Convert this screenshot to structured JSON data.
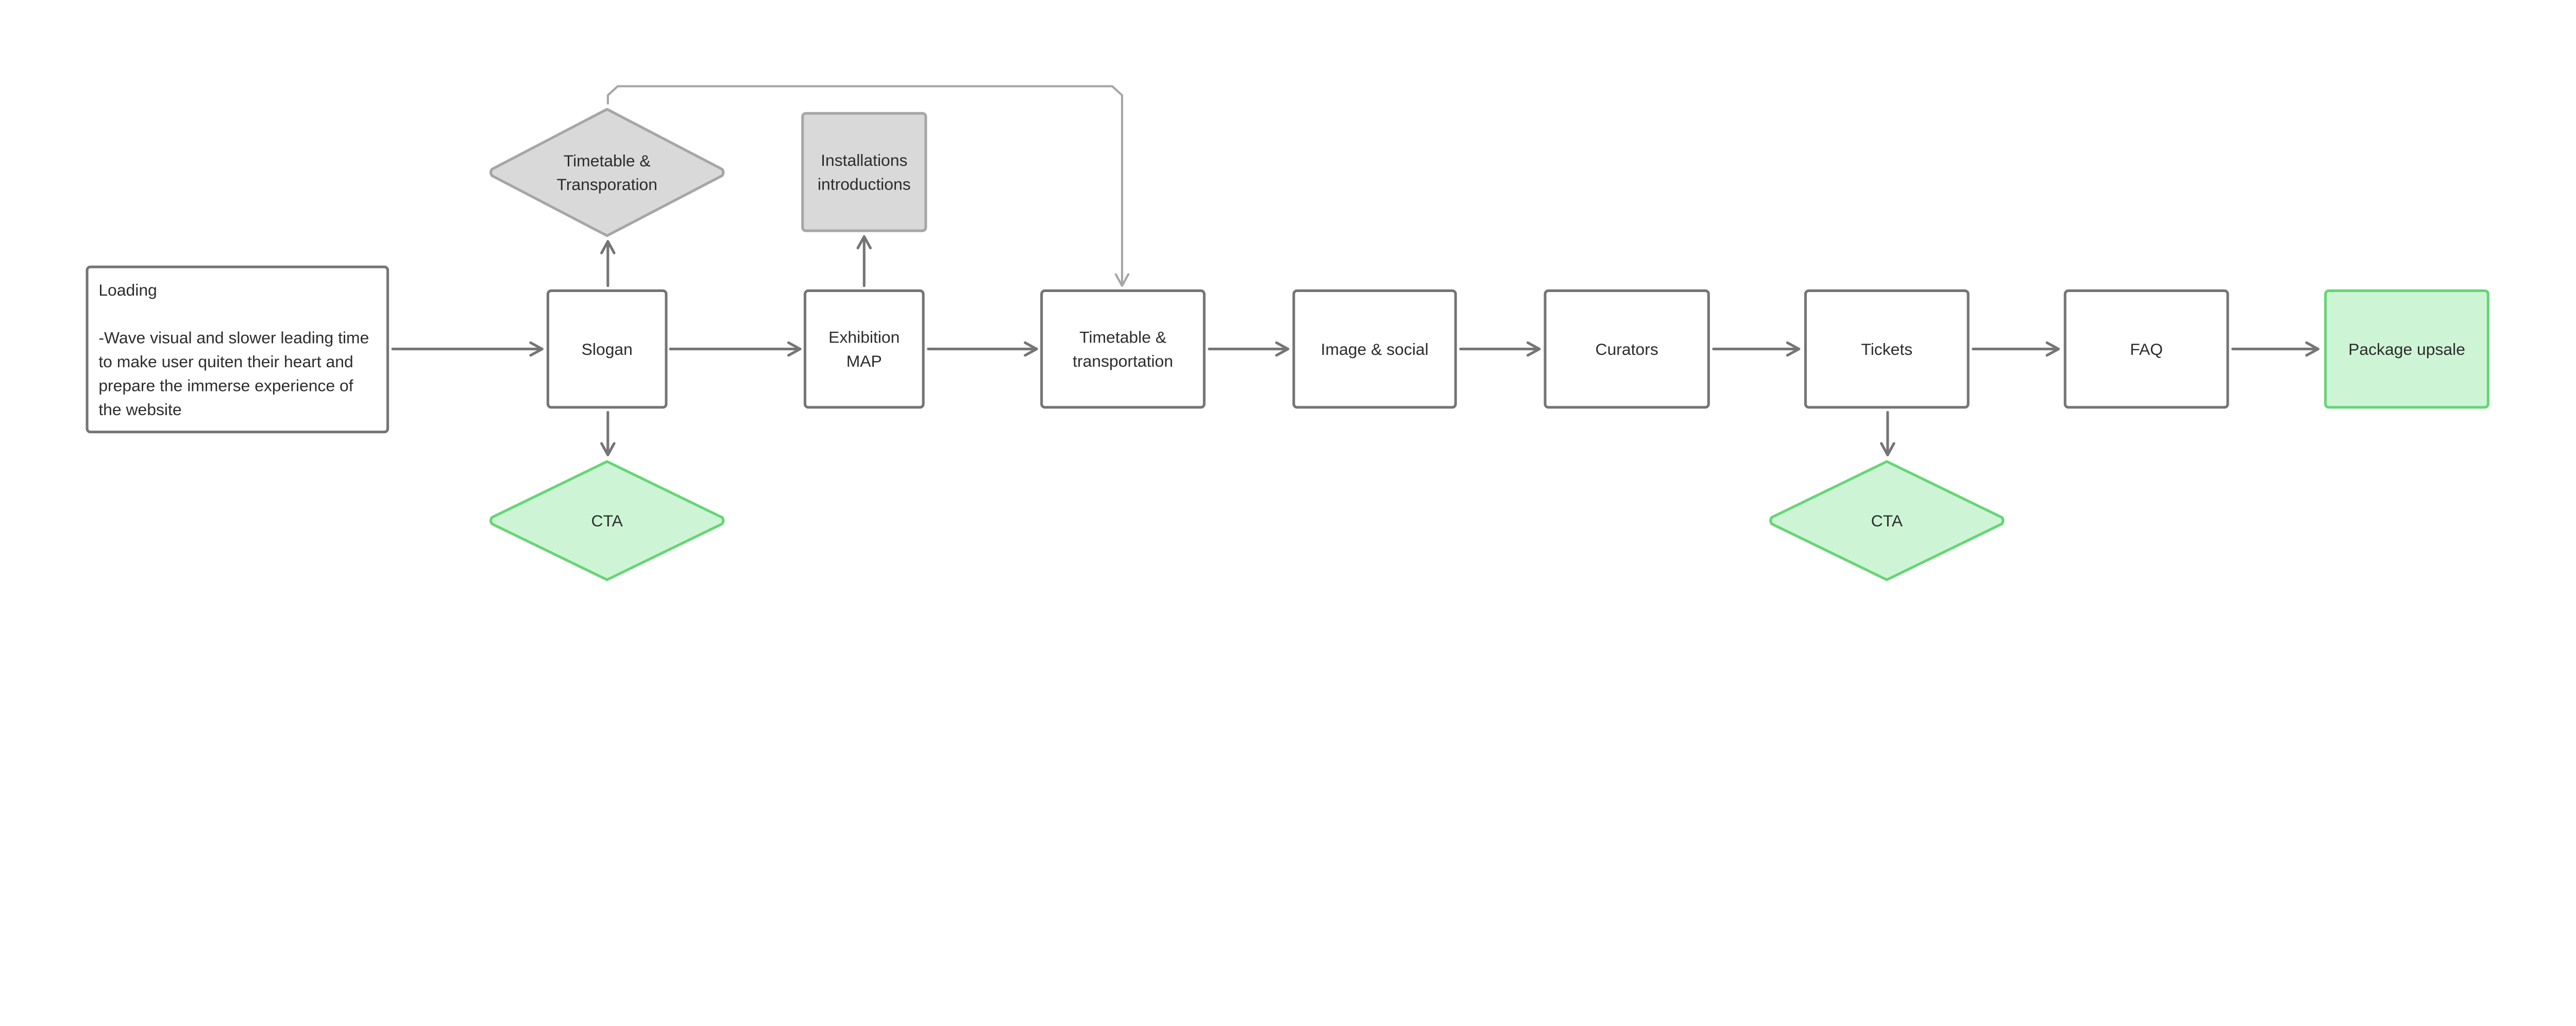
{
  "colors": {
    "stroke": "#757575",
    "gray_stroke": "#a6a6a6",
    "gray_fill": "#d9d9d9",
    "green_stroke": "#66d575",
    "green_fill": "#cdf5d5",
    "box_fill": "#ffffff",
    "text": "#2c2c2c"
  },
  "nodes": {
    "loading": {
      "title": "Loading",
      "lines": [
        "-Wave visual and slower leading time",
        "to make user quiten their heart and",
        "prepare the immerse experience of",
        "the website"
      ]
    },
    "slogan": {
      "lines": [
        "Slogan"
      ]
    },
    "timetable_diamond": {
      "lines": [
        "Timetable &",
        "Transporation"
      ]
    },
    "cta_1": {
      "lines": [
        "CTA"
      ]
    },
    "exhibition_map": {
      "lines": [
        "Exhibition",
        "MAP"
      ]
    },
    "installations": {
      "lines": [
        "Installations",
        "introductions"
      ]
    },
    "timetable_transportation": {
      "lines": [
        "Timetable &",
        "transportation"
      ]
    },
    "image_social": {
      "lines": [
        "Image & social"
      ]
    },
    "curators": {
      "lines": [
        "Curators"
      ]
    },
    "tickets": {
      "lines": [
        "Tickets"
      ]
    },
    "cta_2": {
      "lines": [
        "CTA"
      ]
    },
    "faq": {
      "lines": [
        "FAQ"
      ]
    },
    "package_upsale": {
      "lines": [
        "Package upsale"
      ]
    }
  }
}
